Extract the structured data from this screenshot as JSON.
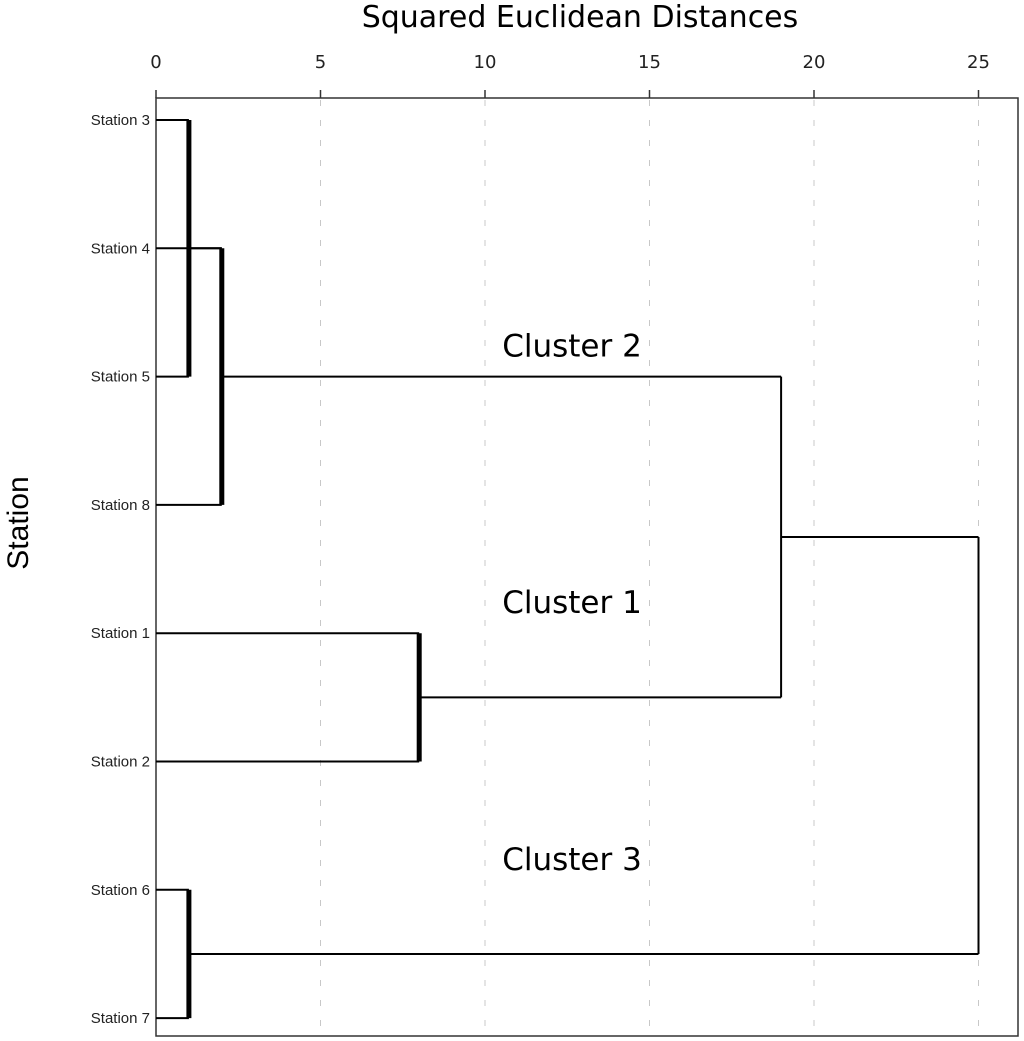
{
  "chart_data": {
    "type": "dendrogram",
    "title": "Squared Euclidean Distances",
    "ylabel": "Station",
    "x_ticks": [
      0,
      5,
      10,
      15,
      20,
      25
    ],
    "xlim": [
      0,
      26
    ],
    "leaves": [
      "Station 3",
      "Station 4",
      "Station 5",
      "Station 8",
      "Station 1",
      "Station 2",
      "Station 6",
      "Station 7"
    ],
    "merges": [
      {
        "id": "m1",
        "children": [
          "Station 3",
          "Station 5"
        ],
        "distance": 1,
        "bold": true
      },
      {
        "id": "m2",
        "children": [
          "m1",
          "Station 4"
        ],
        "distance": 2,
        "bold": false
      },
      {
        "id": "m3",
        "children": [
          "m2",
          "Station 8"
        ],
        "distance": 2,
        "bold": true
      },
      {
        "id": "m4",
        "children": [
          "Station 1",
          "Station 2"
        ],
        "distance": 8,
        "bold": true
      },
      {
        "id": "m5",
        "children": [
          "m3",
          "m4"
        ],
        "distance": 19,
        "bold": false
      },
      {
        "id": "m6",
        "children": [
          "Station 6",
          "Station 7"
        ],
        "distance": 1,
        "bold": true
      },
      {
        "id": "m7",
        "children": [
          "m5",
          "m6"
        ],
        "distance": 25,
        "bold": false
      }
    ],
    "cluster_labels": [
      {
        "text": "Cluster 2",
        "above_leaf": "Station 5"
      },
      {
        "text": "Cluster 1",
        "above_leaf": "Station 1"
      },
      {
        "text": "Cluster 3",
        "above_leaf": "Station 6"
      }
    ],
    "grid": true
  }
}
